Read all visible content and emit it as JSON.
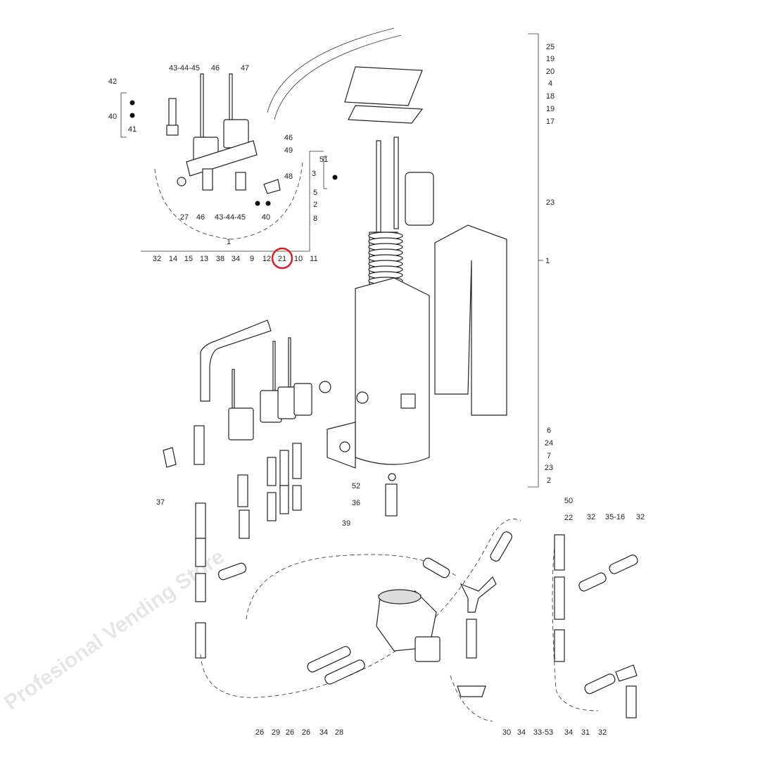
{
  "watermark": "Profesional Vending Store",
  "highlight_color": "#d7201f",
  "highlighted_label": "21",
  "labels": [
    "43-44-45",
    "46",
    "47",
    "42",
    "40",
    "41",
    "46",
    "49",
    "48",
    "27",
    "46",
    "43-44-45",
    "40",
    "3",
    "51",
    "5",
    "2",
    "8",
    "1",
    "32",
    "14",
    "15",
    "13",
    "38",
    "34",
    "9",
    "12",
    "21",
    "10",
    "11",
    "25",
    "19",
    "20",
    "4",
    "18",
    "19",
    "17",
    "23",
    "1",
    "6",
    "24",
    "7",
    "23",
    "2",
    "50",
    "22",
    "37",
    "36",
    "39",
    "52",
    "32",
    "35-16",
    "32",
    "26",
    "29",
    "26",
    "26",
    "34",
    "28",
    "30",
    "34",
    "33-53",
    "34",
    "31",
    "32"
  ]
}
